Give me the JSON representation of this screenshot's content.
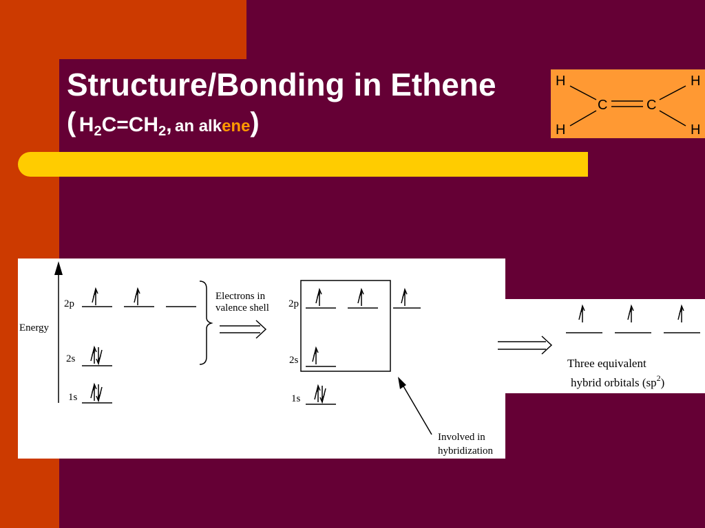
{
  "slide": {
    "title_line1": "Structure/Bonding in Ethene",
    "title_line2": {
      "open_paren": "(",
      "formula_h2": "H",
      "formula_sub1": "2",
      "formula_mid": "C=CH",
      "formula_sub2": "2",
      "comma": ",",
      "alk_text": "an alk",
      "ene_text": "ene",
      "close_paren": ")"
    },
    "colors": {
      "background": "#650035",
      "orange_band": "#cc3a00",
      "yellow_bar": "#ffcc00",
      "struct_box": "#ff9933",
      "ene_highlight": "#ff9900"
    }
  },
  "ethene_structure": {
    "atoms": [
      "H",
      "H",
      "C",
      "C",
      "H",
      "H"
    ]
  },
  "orbital_diagram": {
    "energy_label": "Energy",
    "ground_state": {
      "labels": [
        "2p",
        "2s",
        "1s"
      ]
    },
    "brace_note_line1": "Electrons in",
    "brace_note_line2": "valence shell",
    "excited_state": {
      "labels": [
        "2p",
        "2s",
        "1s"
      ]
    },
    "arrow_note_line1": "Involved in",
    "arrow_note_line2": "hybridization",
    "hybrid_line1": "Three  equivalent",
    "hybrid_line2": "hybrid orbitals (sp",
    "hybrid_sup": "2",
    "hybrid_close": ")"
  }
}
